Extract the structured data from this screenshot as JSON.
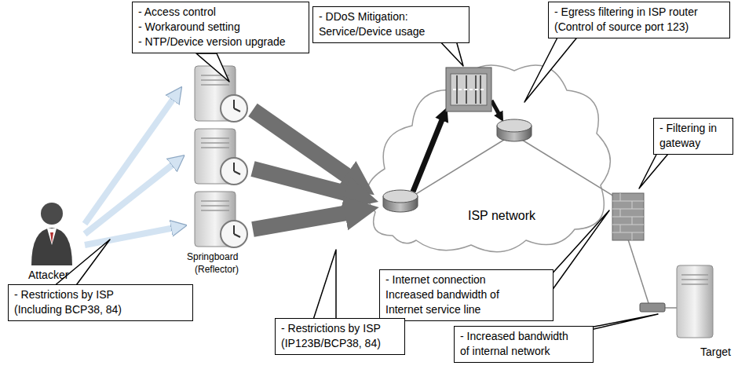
{
  "diagram": {
    "nodes": [
      {
        "text": [
          "- Access control",
          "- Workaround setting",
          "- NTP/Device version upgrade"
        ]
      },
      {
        "text": [
          "- DDoS Mitigation: Service/Device usage"
        ]
      },
      {
        "text": [
          "- Egress filtering in ISP router (Control of source port 123)"
        ]
      },
      {
        "text": [
          "- Filtering in gateway"
        ]
      },
      {
        "text": [
          "- Restrictions by ISP (Including BCP38, 84)"
        ]
      },
      {
        "text": [
          "- Internet connection Increased bandwidth of Internet service line"
        ]
      },
      {
        "text": [
          "- Restrictions by ISP (IP123B/BCP38, 84)"
        ]
      },
      {
        "text": [
          "- Increased bandwidth of internal network"
        ]
      }
    ],
    "labels": [
      "Attacker",
      "Springboard",
      "(Reflector)",
      "ISP network",
      "Target"
    ]
  }
}
